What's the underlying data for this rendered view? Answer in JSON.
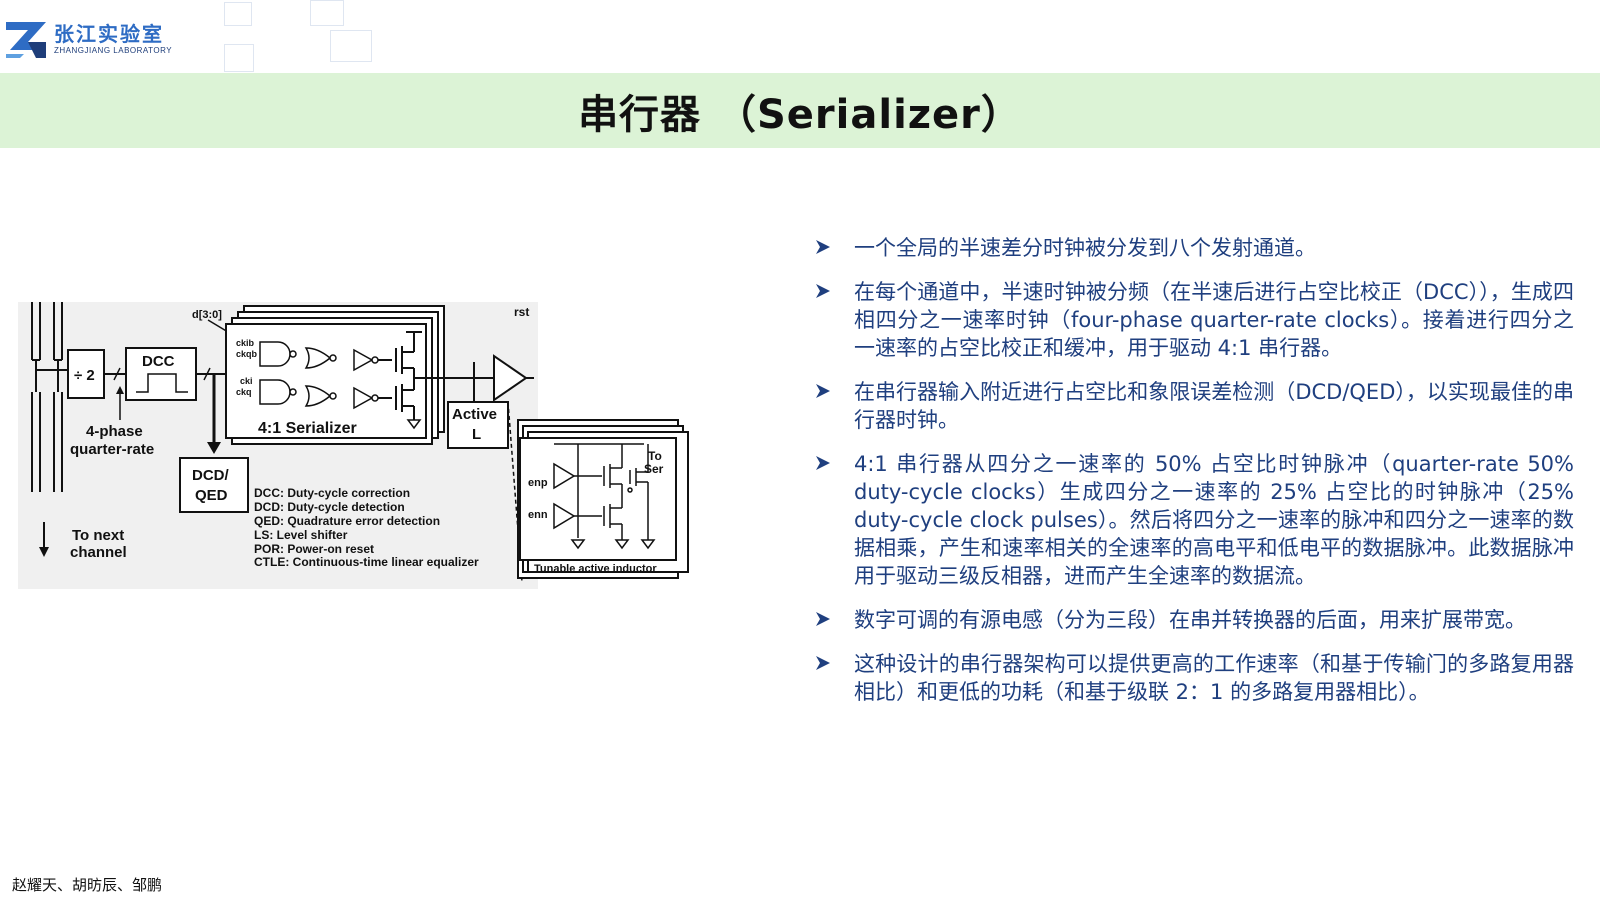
{
  "header": {
    "logo_cn": "张江实验室",
    "logo_en": "ZHANGJIANG LABORATORY",
    "title": "串行器 （Serializer）"
  },
  "diagram": {
    "bus_label": "d[3:0]",
    "rst_label": "rst",
    "div_label": "÷ 2",
    "dcc_label": "DCC",
    "phase_label_1": "4-phase",
    "phase_label_2": "quarter-rate",
    "dcdqed_label_1": "DCD/",
    "dcdqed_label_2": "QED",
    "next_label_1": "To next",
    "next_label_2": "channel",
    "serializer_label": "4:1 Serializer",
    "ckib": "ckib",
    "ckqb": "ckqb",
    "cki": "cki",
    "ckq": "ckq",
    "active_l_1": "Active",
    "active_l_2": "L",
    "to_ser_1": "To",
    "to_ser_2": "Ser",
    "enp": "enp",
    "enn": "enn",
    "inductor_caption": "Tunable active inductor",
    "legend": [
      "DCC: Duty-cycle correction",
      "DCD: Duty-cycle detection",
      "QED: Quadrature error detection",
      "LS: Level shifter",
      "POR: Power-on reset",
      "CTLE: Continuous-time linear equalizer"
    ]
  },
  "bullets": [
    "一个全局的半速差分时钟被分发到八个发射通道。",
    "在每个通道中，半速时钟被分频（在半速后进行占空比校正（DCC）），生成四相四分之一速率时钟（four-phase quarter-rate clocks）。接着进行四分之一速率的占空比校正和缓冲，用于驱动 4:1 串行器。",
    "在串行器输入附近进行占空比和象限误差检测（DCD/QED），以实现最佳的串行器时钟。",
    "4:1 串行器从四分之一速率的 50% 占空比时钟脉冲（quarter-rate 50% duty-cycle clocks）生成四分之一速率的 25% 占空比的时钟脉冲（25% duty-cycle clock pulses）。然后将四分之一速率的脉冲和四分之一速率的数据相乘，产生和速率相关的全速率的高电平和低电平的数据脉冲。此数据脉冲用于驱动三级反相器，进而产生全速率的数据流。",
    "数字可调的有源电感（分为三段）在串并转换器的后面，用来扩展带宽。",
    "这种设计的串行器架构可以提供更高的工作速率（和基于传输门的多路复用器相比）和更低的功耗（和基于级联 2：1 的多路复用器相比）。"
  ],
  "footer": {
    "authors": "赵耀天、胡昉辰、邹鹏"
  },
  "colors": {
    "title_bar": "#dcf3d6",
    "bullet_text": "#1f3f7f",
    "logo_blue": "#2e6cc4"
  }
}
